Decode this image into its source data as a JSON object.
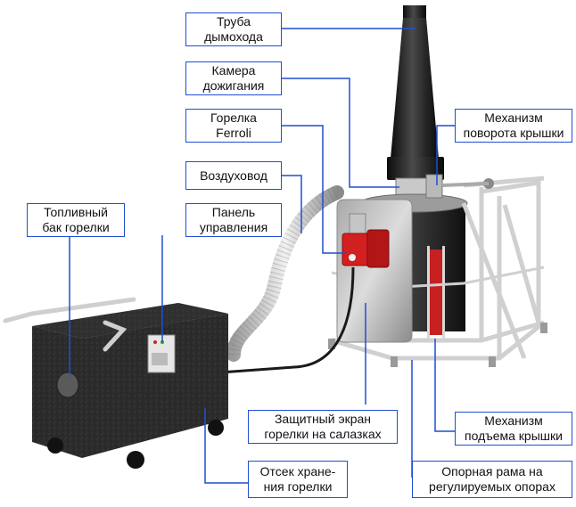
{
  "accent_color": "#1f4fd1",
  "labels": {
    "chimney": "Труба\nдымохода",
    "afterburner": "Камера\nдожигания",
    "burner": "Горелка\nFerroli",
    "air_duct": "Воздуховод",
    "fuel_tank": "Топливный\nбак горелки",
    "control_panel": "Панель\nуправления",
    "lid_rotation": "Механизм\nповорота крышки",
    "shield": "Защитный экран\nгорелки на салазках",
    "lid_lift": "Механизм\nподъема крышки",
    "storage": "Отсек хране-\nния горелки",
    "frame": "Опорная рама на\nрегулируемых опорах"
  }
}
